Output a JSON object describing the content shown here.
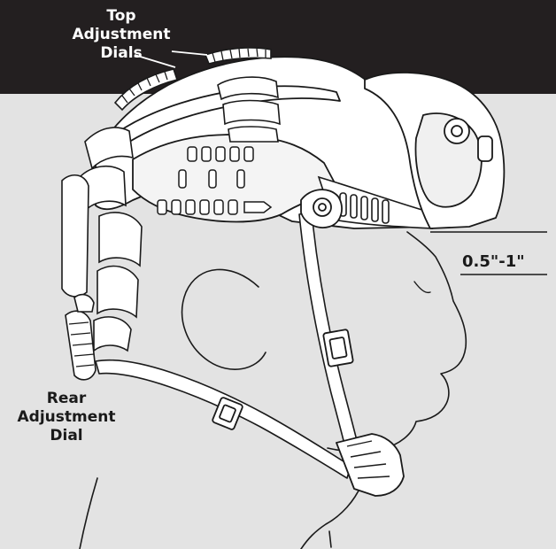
{
  "labels": {
    "top_dials": [
      "Top",
      "Adjustment",
      "Dials"
    ],
    "rear_dial": [
      "Rear",
      "Adjustment",
      "Dial"
    ],
    "gap_measurement": "0.5\"-1\""
  },
  "colors": {
    "background_gray": "#e3e3e3",
    "top_band": "#231f20",
    "line": "#1a1a1a",
    "fill_white": "#ffffff"
  },
  "icons": [
    "helmet-illustration",
    "head-profile",
    "top-adjustment-dial-icon",
    "rear-adjustment-dial-icon",
    "chin-strap-buckle-icon",
    "mount-pivot-icon"
  ]
}
